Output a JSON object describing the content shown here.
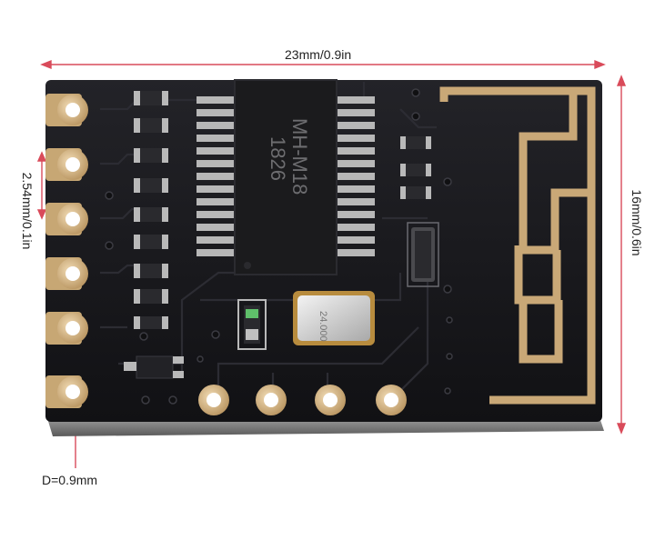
{
  "dimensions": {
    "width_label": "23mm/0.9in",
    "height_label": "16mm/0.6in",
    "pitch_label": "2.54mm/0.1in",
    "hole_label": "D=0.9mm"
  },
  "chip": {
    "line1": "MH-M18",
    "line2": "1826"
  },
  "crystal": {
    "text": "24.000"
  },
  "colors": {
    "board": "#17171b",
    "gold": "#c9a877",
    "solder": "#b8b8b8",
    "chip_body": "#1b1b1d"
  }
}
